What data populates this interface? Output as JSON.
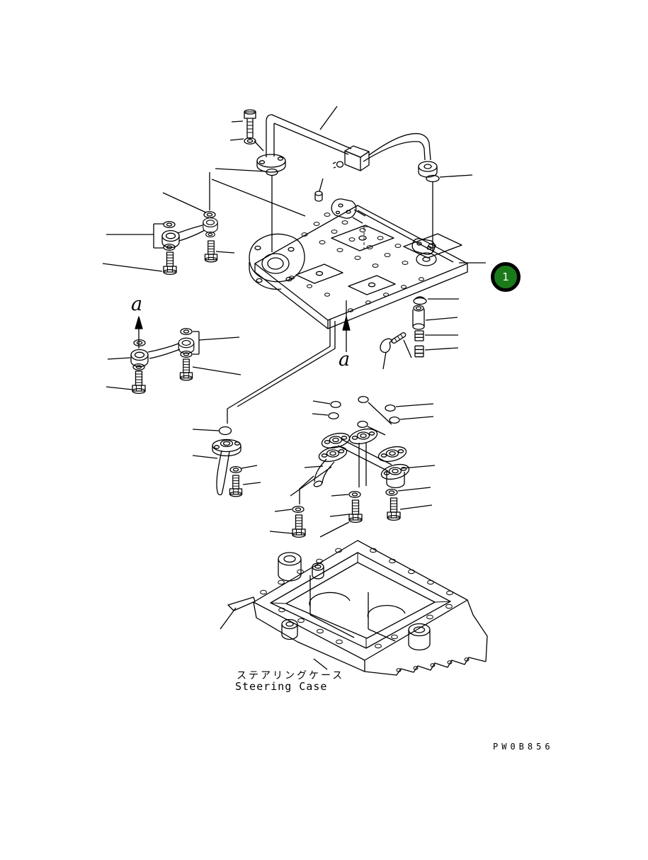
{
  "page": {
    "background": "#ffffff",
    "line_color": "#000000"
  },
  "callout": {
    "number": "1",
    "fill_color": "#1a7a1a",
    "ring_color": "#000000",
    "number_color": "#ffffff"
  },
  "section_labels": {
    "upper": "a",
    "lower": "a"
  },
  "case_label": {
    "japanese": "ステアリングケース",
    "english": "Steering Case"
  },
  "drawing_code": "PW0B856"
}
